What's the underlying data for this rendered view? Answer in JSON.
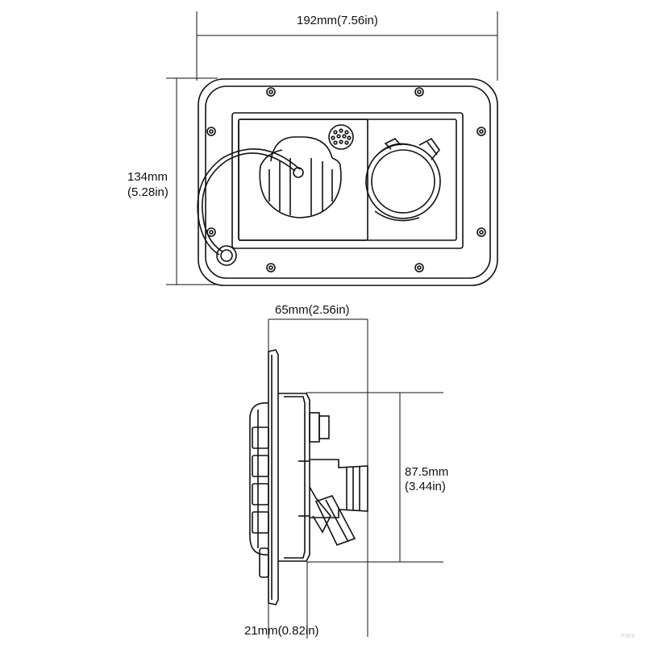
{
  "dimensions": {
    "width_top": "192mm(7.56in)",
    "height_left_mm": "134mm",
    "height_left_in": "(5.28in)",
    "depth_top": "65mm(2.56in)",
    "height_side_mm": "87.5mm",
    "height_side_in": "(3.44in)",
    "flange_bottom": "21mm(0.82in)"
  },
  "watermark": "P3E8",
  "colors": {
    "line": "#111111",
    "background": "#ffffff"
  }
}
